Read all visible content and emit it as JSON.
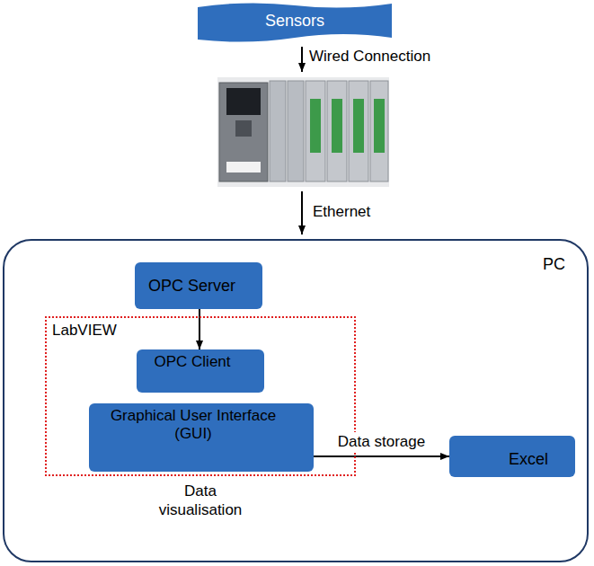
{
  "diagram": {
    "nodes": [
      {
        "text": [
          "Sensors"
        ]
      },
      {
        "text": [
          "PC"
        ]
      },
      {
        "text": [
          "OPC Server"
        ],
        "in": 1
      },
      {
        "text": [
          "LabVIEW",
          "Data visualisation"
        ],
        "in": 1
      },
      {
        "text": [
          "OPC Client"
        ],
        "in": 3
      },
      {
        "text": [
          "Graphical User Interface (GUI)"
        ],
        "in": 3
      },
      {
        "text": [
          "Excel"
        ],
        "in": 1
      }
    ],
    "edges": [
      {
        "from": 2,
        "to": 4,
        "arrow": "to"
      },
      {
        "from": 5,
        "to": 6,
        "label": "Data storage",
        "arrow": "to"
      }
    ],
    "labels": [
      "Wired Connection",
      "Ethernet"
    ]
  }
}
